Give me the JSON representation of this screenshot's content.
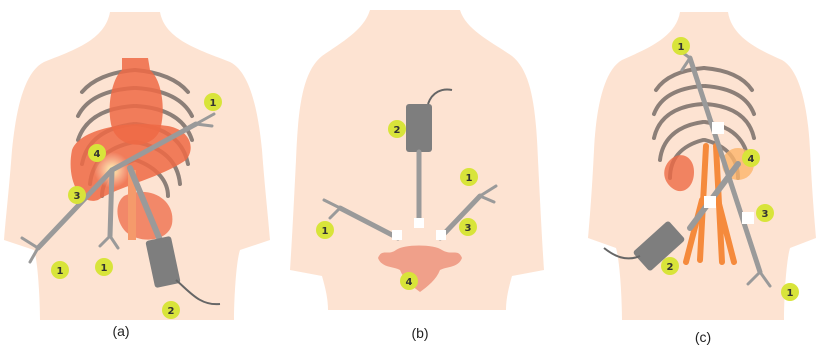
{
  "panels": [
    {
      "id": "a",
      "caption": "(a)",
      "badges": [
        "1",
        "4",
        "3",
        "1",
        "1",
        "2"
      ]
    },
    {
      "id": "b",
      "caption": "(b)",
      "badges": [
        "2",
        "1",
        "1",
        "3",
        "4"
      ]
    },
    {
      "id": "c",
      "caption": "(c)",
      "badges": [
        "1",
        "4",
        "3",
        "2",
        "1"
      ]
    }
  ],
  "colors": {
    "skin": "#fde3d2",
    "badge": "#d8e43a",
    "organ": "#ee6a45",
    "organ_light": "#f59a6b",
    "rib": "#8c7f78",
    "instrument": "#9a9a9a",
    "camera": "#7e7e7e"
  }
}
